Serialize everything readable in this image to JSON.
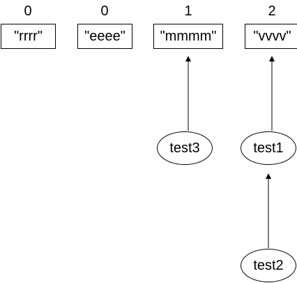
{
  "array": {
    "cells": [
      {
        "count": "0",
        "value": "\"rrrr\""
      },
      {
        "count": "0",
        "value": "\"eeee\""
      },
      {
        "count": "1",
        "value": "\"mmmm\""
      },
      {
        "count": "2",
        "value": "\"vvvv\""
      }
    ]
  },
  "nodes": [
    {
      "label": "test3"
    },
    {
      "label": "test1"
    },
    {
      "label": "test2"
    }
  ],
  "colors": {
    "stroke": "#000000",
    "background": "#ffffff"
  }
}
